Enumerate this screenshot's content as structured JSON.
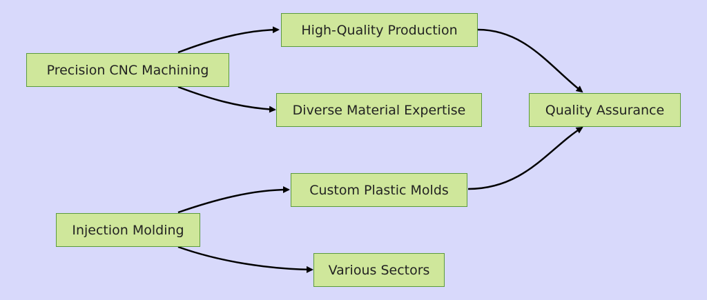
{
  "colors": {
    "background": "#d8d9fb",
    "node_fill": "#cfe79b",
    "node_border": "#5a9a3a",
    "edge": "#000000"
  },
  "nodes": {
    "precision_cnc_machining": "Precision CNC Machining",
    "high_quality_production": "High-Quality Production",
    "diverse_material_expertise": "Diverse Material Expertise",
    "quality_assurance": "Quality Assurance",
    "custom_plastic_molds": "Custom Plastic Molds",
    "injection_molding": "Injection Molding",
    "various_sectors": "Various Sectors"
  },
  "edges": [
    {
      "from": "precision_cnc_machining",
      "to": "high_quality_production"
    },
    {
      "from": "precision_cnc_machining",
      "to": "diverse_material_expertise"
    },
    {
      "from": "high_quality_production",
      "to": "quality_assurance"
    },
    {
      "from": "injection_molding",
      "to": "custom_plastic_molds"
    },
    {
      "from": "injection_molding",
      "to": "various_sectors"
    },
    {
      "from": "custom_plastic_molds",
      "to": "quality_assurance"
    }
  ]
}
